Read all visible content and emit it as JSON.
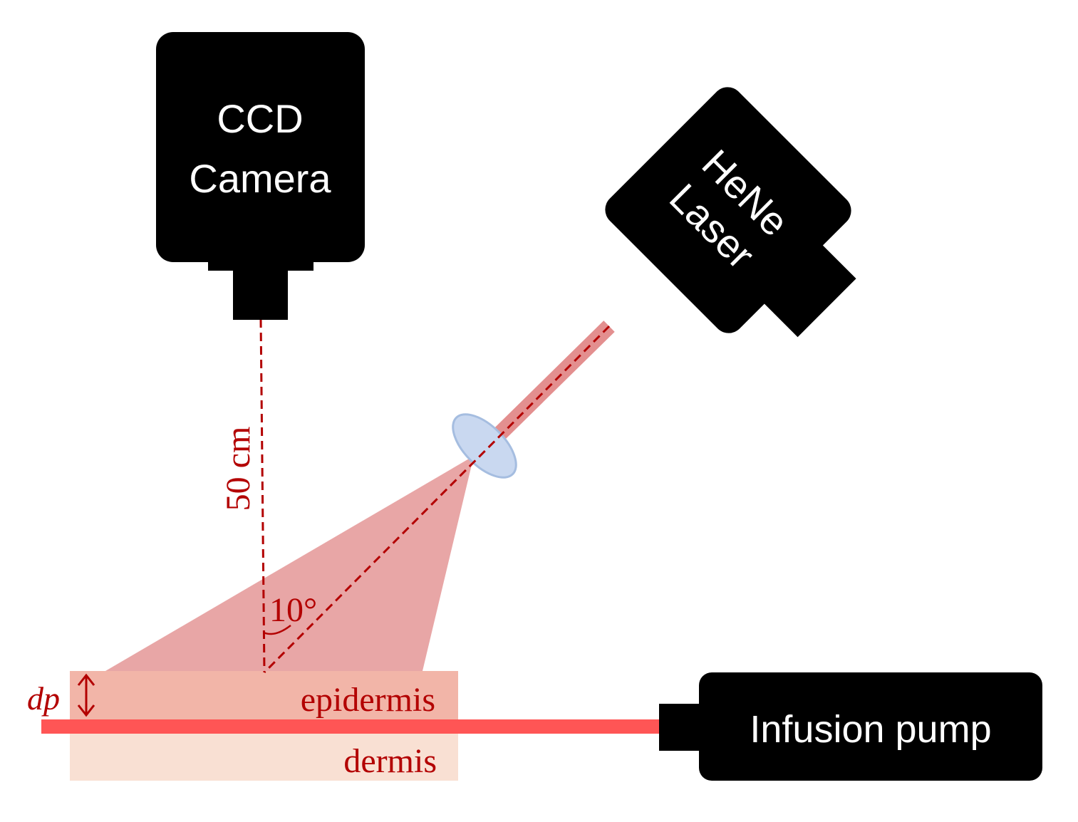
{
  "camera": {
    "line1": "CCD",
    "line2": "Camera"
  },
  "laser": {
    "line1": "HeNe",
    "line2": "Laser"
  },
  "pump": {
    "label": "Infusion pump"
  },
  "annotations": {
    "distance": "50 cm",
    "angle": "10°",
    "dp": "dp"
  },
  "layers": {
    "epidermis": "epidermis",
    "dermis": "dermis"
  },
  "colors": {
    "device": "#000000",
    "annotation": "#b30000",
    "beam": "#e8a6a6",
    "laser_beam": "#e38f8f",
    "lens": "#c9d8f0",
    "lens_stroke": "#a5bde0",
    "epidermis": "#f2b5a8",
    "dermis": "#f9e0d3",
    "vessel": "#ff5555"
  }
}
